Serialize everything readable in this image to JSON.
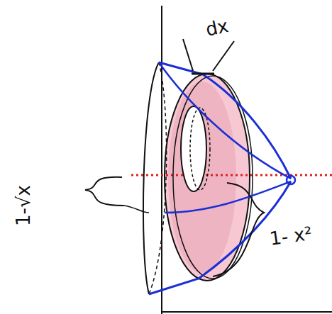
{
  "diagram": {
    "labels": [
      "dx",
      "1-√x",
      "1- x²"
    ]
  }
}
